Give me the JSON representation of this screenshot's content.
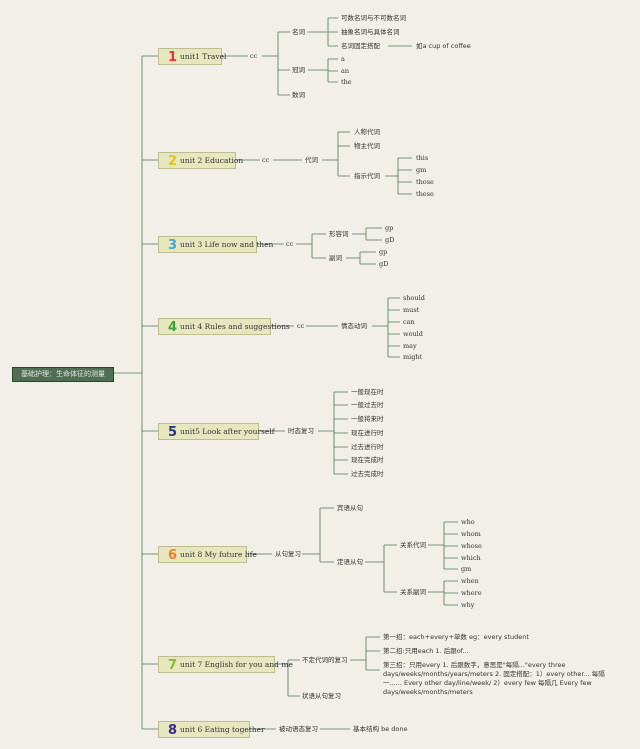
{
  "root": "基础护理：生命体征的测量",
  "colors": {
    "line": "#4d7a58",
    "n1": "#e03a2f",
    "n2": "#e8c020",
    "n3": "#3aa6dc",
    "n4": "#3aa23a",
    "n5": "#223a7a",
    "n6": "#ee7f2a",
    "n7": "#8ab832",
    "n8": "#3c2b8e"
  },
  "units": [
    {
      "num": "1",
      "label": "unit1 Travel"
    },
    {
      "num": "2",
      "label": "unit 2 Education"
    },
    {
      "num": "3",
      "label": "unit 3 Life now and then"
    },
    {
      "num": "4",
      "label": "unit 4 Rules and suggestions"
    },
    {
      "num": "5",
      "label": "unit5 Look after yourself"
    },
    {
      "num": "6",
      "label": "unit 8 My future life"
    },
    {
      "num": "7",
      "label": "unit 7 English for you and me"
    },
    {
      "num": "8",
      "label": "unit 6 Eating together"
    }
  ],
  "u1": {
    "cc": "cc",
    "noun": "名词",
    "n1": "可数名词与不可数名词",
    "n2": "抽象名词与具体名词",
    "n3": "名词固定搭配",
    "n3a": "如a cup of coffee",
    "art": "冠词",
    "a": "a",
    "an": "an",
    "the": "the",
    "numeral": "数词"
  },
  "u2": {
    "cc": "cc",
    "pron": "代词",
    "p1": "人称代词",
    "p2": "物主代词",
    "p3": "指示代词",
    "d1": "this",
    "d2": "gm",
    "d3": "those",
    "d4": "these"
  },
  "u3": {
    "cc": "cc",
    "adj": "形容词",
    "adj1": "gp",
    "adj2": "gD",
    "adv": "副词",
    "adv1": "gp",
    "adv2": "gD"
  },
  "u4": {
    "cc": "cc",
    "modal": "情态动词",
    "m": [
      "should",
      "must",
      "can",
      "would",
      "may",
      "might"
    ]
  },
  "u5": {
    "tense": "时态复习",
    "t": [
      "一般现在时",
      "一般过去时",
      "一般将来时",
      "现在进行时",
      "过去进行时",
      "现在完成时",
      "过去完成时"
    ]
  },
  "u6": {
    "clause": "从句复习",
    "obj": "宾语从句",
    "attr": "定语从句",
    "relp": "关系代词",
    "rp": [
      "who",
      "whom",
      "whose",
      "which",
      "gm"
    ],
    "rela": "关系副词",
    "ra": [
      "when",
      "where",
      "why"
    ]
  },
  "u7": {
    "indef": "不定代词的复习",
    "r1": "第一招：each+every+单数 eg：every student",
    "r2": "第二招:只用each 1. 后跟of...",
    "r3": "第三招：只用every 1. 后跟数字，意思是\"每隔...\"every three days/weeks/months/years/meters 2. 固定搭配：1）every other... 每隔一......  Every other day/line/week/ 2）every few 每隔几 Every few days/weeks/months/meters",
    "adv": "状语从句复习"
  },
  "u8": {
    "passive": "被动语态复习",
    "basic": "基本结构 be done"
  }
}
